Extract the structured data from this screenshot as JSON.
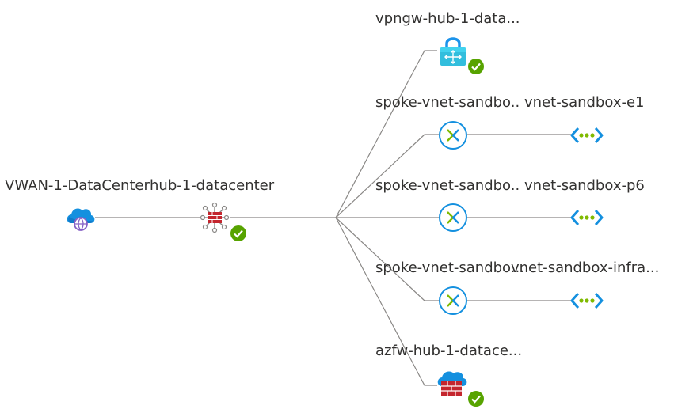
{
  "diagram": {
    "vwan": {
      "label": "VWAN-1-DataCenter",
      "icon": "virtual-wan-icon"
    },
    "hub": {
      "label": "hub-1-datacenter",
      "icon": "virtual-hub-icon",
      "status": "succeeded-check-icon"
    },
    "vpn_gateway": {
      "label": "vpngw-hub-1-data...",
      "icon": "vpn-gateway-lock-icon",
      "status": "succeeded-check-icon"
    },
    "connections": [
      {
        "connection_label": "spoke-vnet-sandbo..",
        "vnet_label": "vnet-sandbox-e1",
        "connection_icon": "vnet-connection-icon",
        "vnet_icon": "virtual-network-icon"
      },
      {
        "connection_label": "spoke-vnet-sandbo..",
        "vnet_label": "vnet-sandbox-p6",
        "connection_icon": "vnet-connection-icon",
        "vnet_icon": "virtual-network-icon"
      },
      {
        "connection_label": "spoke-vnet-sandbo...",
        "vnet_label": "vnet-sandbox-infra...",
        "connection_icon": "vnet-connection-icon",
        "vnet_icon": "virtual-network-icon"
      }
    ],
    "firewall": {
      "label": "azfw-hub-1-datace...",
      "icon": "azure-firewall-icon",
      "status": "succeeded-check-icon"
    },
    "colors": {
      "line": "#8a8886",
      "success": "#57a300",
      "azure_blue": "#1490df",
      "firewall_red": "#c4262e",
      "vnet_green": "#7fba00",
      "vpn_cyan": "#32bedd",
      "vwan_purple": "#8661c5"
    }
  }
}
